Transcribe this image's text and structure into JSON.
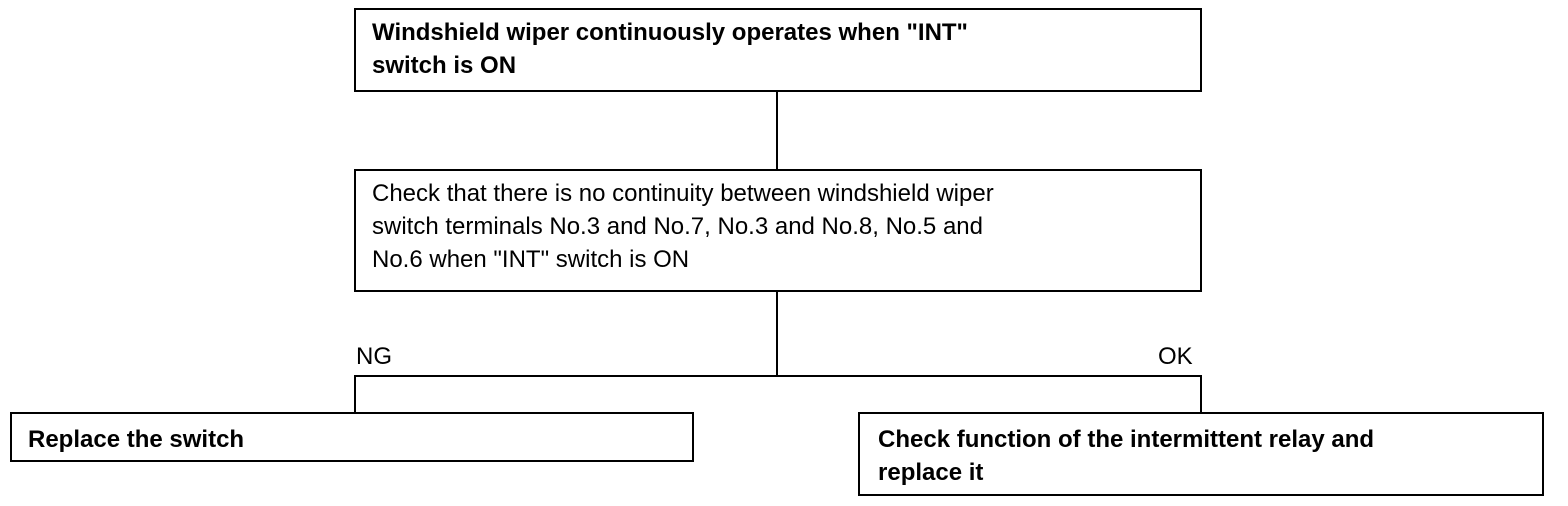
{
  "flowchart": {
    "symptom": {
      "line1": "Windshield wiper continuously operates when \"INT\"",
      "line2": "switch is ON"
    },
    "check": {
      "line1": "Check that there is no continuity between windshield wiper",
      "line2": "switch terminals No.3 and No.7, No.3 and No.8, No.5 and",
      "line3": "No.6 when \"INT\" switch is ON"
    },
    "branch_ng": {
      "label": "NG",
      "action": "Replace the switch"
    },
    "branch_ok": {
      "label": "OK",
      "action_line1": "Check function of the intermittent relay and",
      "action_line2": "replace it"
    }
  },
  "colors": {
    "line": "#000000",
    "background": "#ffffff"
  }
}
